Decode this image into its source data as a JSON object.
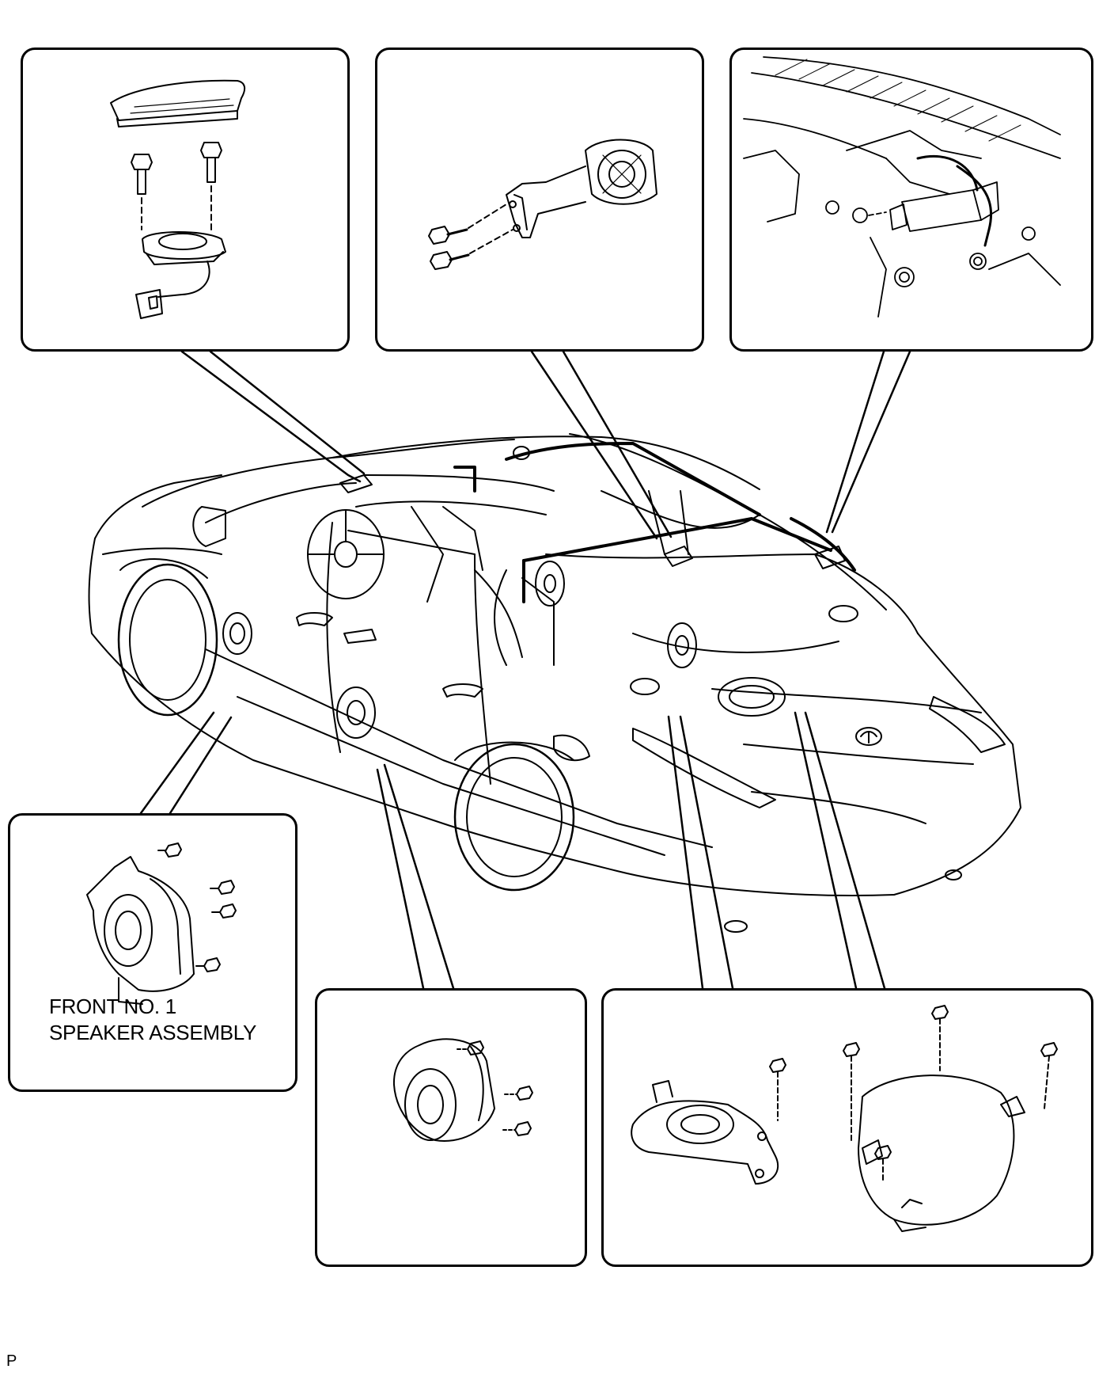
{
  "diagram": {
    "labels": {
      "front_speaker_line1": "FRONT NO. 1",
      "front_speaker_line2": "SPEAKER ASSEMBLY"
    },
    "corner_mark": "P"
  }
}
